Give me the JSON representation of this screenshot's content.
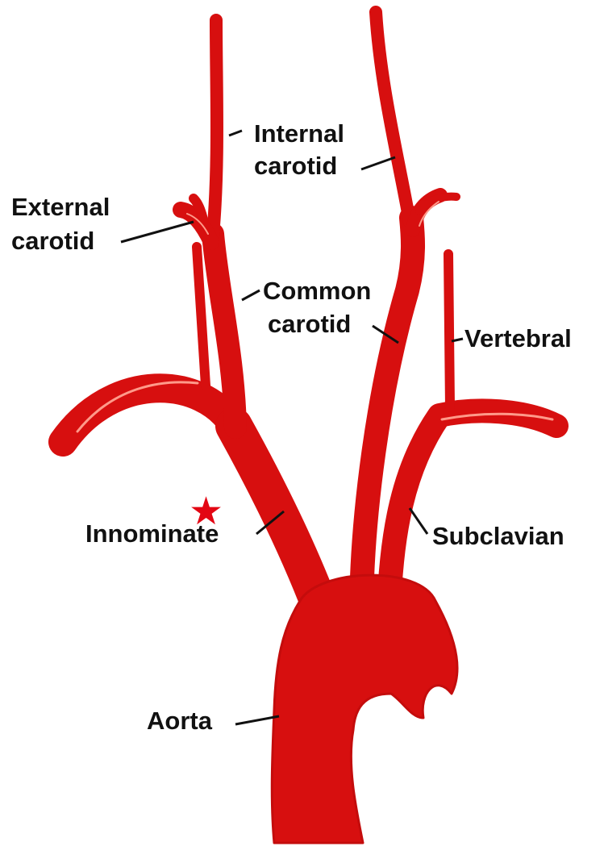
{
  "colors": {
    "vessel": "#d70f0f",
    "vessel_dark": "#b00808",
    "highlight": "#ff9a8a",
    "leader": "#111111",
    "star": "#e30613",
    "background": "#ffffff"
  },
  "marker": {
    "icon": "star-icon",
    "glyph": "★"
  },
  "labels": {
    "internal_carotid": [
      "Internal",
      "carotid"
    ],
    "external_carotid": [
      "External",
      "carotid"
    ],
    "common_carotid": [
      "Common",
      "carotid"
    ],
    "vertebral": "Vertebral",
    "innominate": "Innominate",
    "subclavian": "Subclavian",
    "aorta": "Aorta"
  }
}
